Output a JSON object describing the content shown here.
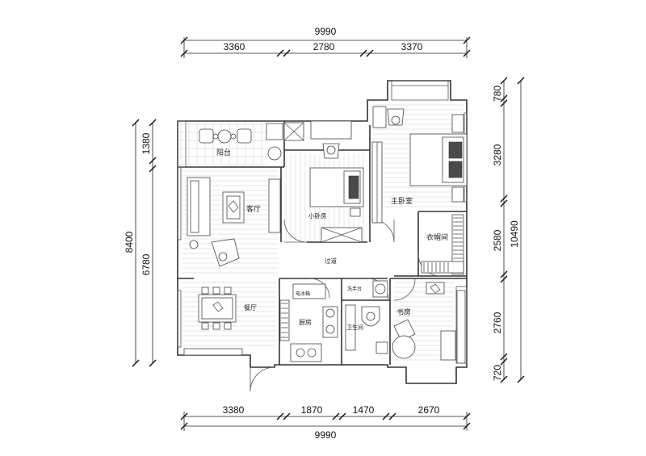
{
  "dimensions": {
    "top_total": "9990",
    "top_segments": [
      "3360",
      "2780",
      "3370"
    ],
    "bottom_segments": [
      "3380",
      "1870",
      "1470",
      "2670"
    ],
    "bottom_total": "9990",
    "left_inner": [
      "1380",
      "6780"
    ],
    "left_total": "8400",
    "right_inner": [
      "780",
      "3280",
      "2580",
      "2760",
      "720"
    ],
    "right_total": "10490"
  },
  "rooms": {
    "balcony": "阳台",
    "living_room": "客厅",
    "small_bedroom": "小卧房",
    "master_bedroom": "主卧室",
    "walk_in_closet": "衣帽间",
    "corridor": "过道",
    "dining_room": "餐厅",
    "kitchen": "厨房",
    "bathroom": "卫生间",
    "study": "书房",
    "fridge": "电冰箱",
    "washbasin": "洗手台"
  }
}
